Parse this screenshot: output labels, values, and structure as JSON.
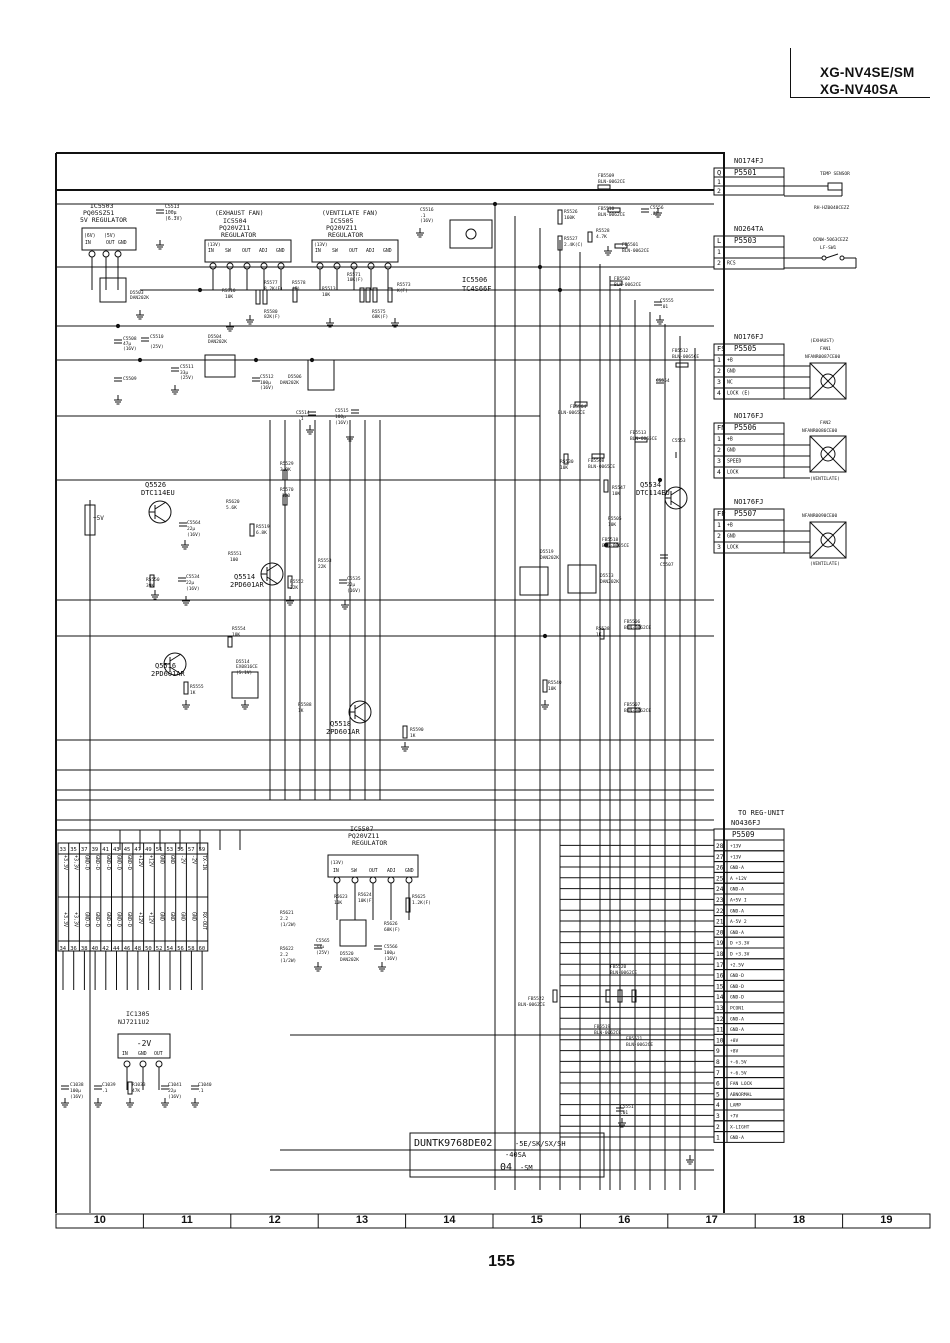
{
  "header": {
    "model_line1": "XG-NV4SE/SM",
    "model_line2": "XG-NV40SA"
  },
  "page_number": "155",
  "grid_columns": [
    "10",
    "11",
    "12",
    "13",
    "14",
    "15",
    "16",
    "17",
    "18",
    "19"
  ],
  "connectors": {
    "p5501": {
      "part": "NO174FJ",
      "ref": "P5501",
      "letter": "Q",
      "device": "TEMP SENSOR",
      "device_part": "RH-HZ0048CEZZ",
      "pins": [
        "1",
        "2"
      ]
    },
    "p5503": {
      "part": "NO264TA",
      "ref": "P5503",
      "letter": "L",
      "device": "QCNW-5063CEZZ",
      "device_sub": "LF-SW1",
      "pins": [
        "1",
        "2"
      ],
      "pin_labels": [
        "",
        "RCS"
      ]
    },
    "p5505": {
      "part": "NO176FJ",
      "ref": "P5505",
      "letter": "FS",
      "device": "(EXHAUST)",
      "device_sub": "FAN1",
      "device_part": "NFANR0087CE00",
      "pins": [
        "1",
        "2",
        "3",
        "4"
      ],
      "pin_labels": [
        "+B",
        "GND",
        "NC",
        "LOCK (E)"
      ]
    },
    "p5506": {
      "part": "NO176FJ",
      "ref": "P5506",
      "letter": "FN",
      "device": "FAN2",
      "device_part": "NFANR0086CE00",
      "device_sub": "(VENTILATE)",
      "pins": [
        "1",
        "2",
        "3",
        "4"
      ],
      "pin_labels": [
        "+B",
        "GND",
        "SPEED",
        "LOCK"
      ]
    },
    "p5507": {
      "part": "NO176FJ",
      "ref": "P5507",
      "letter": "FP",
      "device_part": "NFANR0090CE00",
      "device_sub": "(VENTILATE)",
      "pins": [
        "1",
        "2",
        "3"
      ],
      "pin_labels": [
        "+B",
        "GND",
        "LOCK"
      ]
    },
    "p5509": {
      "title": "TO REG-UNIT",
      "part": "NO436FJ",
      "ref": "P5509",
      "pins": [
        "28",
        "27",
        "26",
        "25",
        "24",
        "23",
        "22",
        "21",
        "20",
        "19",
        "18",
        "17",
        "16",
        "15",
        "14",
        "13",
        "12",
        "11",
        "10",
        "9",
        "8",
        "7",
        "6",
        "5",
        "4",
        "3",
        "2",
        "1"
      ],
      "pin_labels": [
        "+13V",
        "+13V",
        "GND-A",
        "A +12V",
        "GND-A",
        "A+5V I",
        "GND-A",
        "A-5V 2",
        "GND-A",
        "D +3.3V",
        "D +3.3V",
        "+2.5V",
        "GND-D",
        "GND-D",
        "GND-D",
        "PCON1",
        "GND-A",
        "GND-A",
        "+8V",
        "+8V",
        "+-6.5V",
        "+-6.5V",
        "FAN LOCK",
        "ABNORMAL",
        "LAMP",
        "+7V",
        "X-LIGHT",
        "GND-A"
      ]
    }
  },
  "ics": {
    "ic5503": {
      "ref": "IC5503",
      "part": "PQ05SZ51",
      "desc": "5V REGULATOR",
      "pins": [
        "(6V)",
        "(5V)",
        "IN",
        "OUT",
        "GND"
      ]
    },
    "ic5504": {
      "ref": "IC5504",
      "part": "PQ20VZ11",
      "desc": "REGULATOR",
      "note": "(EXHAUST FAN)",
      "pins": [
        "IN",
        "SW",
        "OUT",
        "ADJ",
        "GND"
      ]
    },
    "ic5505": {
      "ref": "IC5505",
      "part": "PQ20VZ11",
      "desc": "REGULATOR",
      "note": "(VENTILATE FAN)",
      "pins": [
        "IN",
        "SW",
        "OUT",
        "ADJ",
        "GND"
      ]
    },
    "ic5506": {
      "ref": "IC5506",
      "part": "TC4S66F"
    },
    "ic5507": {
      "ref": "IC5507",
      "part": "PQ20VZ11",
      "desc": "REGULATOR",
      "pins": [
        "IN",
        "SW",
        "OUT",
        "ADJ",
        "GND"
      ]
    },
    "ic1305": {
      "ref": "IC1305",
      "part": "NJ7211U2",
      "value": "-2V",
      "pins": [
        "IN",
        "GND",
        "OUT"
      ]
    }
  },
  "transistors": [
    {
      "ref": "Q5526",
      "part": "DTC114EU"
    },
    {
      "ref": "Q5514",
      "part": "2PD601AR"
    },
    {
      "ref": "Q5516",
      "part": "2PD601AR"
    },
    {
      "ref": "Q5518",
      "part": "2PD601AR"
    },
    {
      "ref": "Q5534",
      "part": "DTC114EU"
    }
  ],
  "diodes": [
    {
      "ref": "D5503",
      "part": "DAN202K"
    },
    {
      "ref": "D5504",
      "part": "DAN202K"
    },
    {
      "ref": "D5506",
      "part": "DAN202K"
    },
    {
      "ref": "D5514",
      "part": "EX0816CE",
      "note": "(5.1V)"
    },
    {
      "ref": "D5519",
      "part": "DAN202K"
    },
    {
      "ref": "D5513",
      "part": "DAN202K"
    },
    {
      "ref": "D5520",
      "part": "DAN202K"
    }
  ],
  "components": [
    {
      "ref": "FB5509",
      "value": "BLN-0062CE"
    },
    {
      "ref": "FB5510",
      "value": "BLN-0062CE"
    },
    {
      "ref": "FB5501",
      "value": "BLN-0062CE"
    },
    {
      "ref": "FB5502",
      "value": "BLN-0062CE"
    },
    {
      "ref": "FB5512",
      "value": "BLN-0065CE"
    },
    {
      "ref": "FB5504",
      "value": "BLN-0065CE"
    },
    {
      "ref": "FB5513",
      "value": "BLN-0065CE"
    },
    {
      "ref": "FB5508",
      "value": "BLN-0065CE"
    },
    {
      "ref": "FB5518",
      "value": "BLN-0065CE"
    },
    {
      "ref": "FB5506",
      "value": "BLN-0062CE"
    },
    {
      "ref": "FB5507",
      "value": "BLN-0062CE"
    },
    {
      "ref": "FB5520",
      "value": "BLN-0062CE"
    },
    {
      "ref": "FB5522",
      "value": "BLN-0062CE"
    },
    {
      "ref": "FB5519",
      "value": "BLN-0062CE"
    },
    {
      "ref": "FB5521",
      "value": "BLN-0062CE"
    },
    {
      "ref": "C5513",
      "value": "100μ (6.3V)"
    },
    {
      "ref": "C5516",
      "value": ".1 (16V)"
    },
    {
      "ref": "C5556",
      "value": ".01"
    },
    {
      "ref": "C5555",
      "value": ".01"
    },
    {
      "ref": "C5554",
      "value": ""
    },
    {
      "ref": "C5553",
      "value": ""
    },
    {
      "ref": "C5507",
      "value": ""
    },
    {
      "ref": "C5508",
      "value": "47μ (16V)"
    },
    {
      "ref": "C5510",
      "value": "(25V)"
    },
    {
      "ref": "C5511",
      "value": "33μ (25V)"
    },
    {
      "ref": "C5509",
      "value": ""
    },
    {
      "ref": "C5512",
      "value": "100μ (16V)"
    },
    {
      "ref": "C5514",
      "value": ".1"
    },
    {
      "ref": "C5515",
      "value": "100μ (16V)"
    },
    {
      "ref": "C5564",
      "value": "22μ (16V)"
    },
    {
      "ref": "C5534",
      "value": "22μ (16V)"
    },
    {
      "ref": "C5535",
      "value": "22μ (16V)"
    },
    {
      "ref": "C5565",
      "value": "33μ (25V)"
    },
    {
      "ref": "C5566",
      "value": "100μ (16V)"
    },
    {
      "ref": "C5551",
      "value": ".01"
    },
    {
      "ref": "C1038",
      "value": "100μ (16V)"
    },
    {
      "ref": "C1039",
      "value": ".1"
    },
    {
      "ref": "C1041",
      "value": "22μ (16V)"
    },
    {
      "ref": "C1040",
      "value": ".1"
    },
    {
      "ref": "R5526",
      "value": "160K"
    },
    {
      "ref": "R5527",
      "value": "2.4K(C)"
    },
    {
      "ref": "R5528",
      "value": "4.7K"
    },
    {
      "ref": "R5510",
      "value": "10K"
    },
    {
      "ref": "R5577",
      "value": "8.2K(F)"
    },
    {
      "ref": "R5580",
      "value": "82K(F)"
    },
    {
      "ref": "R5578",
      "value": "(F)"
    },
    {
      "ref": "R5513",
      "value": "10K"
    },
    {
      "ref": "R5571",
      "value": "10K(F)"
    },
    {
      "ref": "R5573",
      "value": "K(F)"
    },
    {
      "ref": "R5575",
      "value": "68K(F)"
    },
    {
      "ref": "R5529",
      "value": "3.9K"
    },
    {
      "ref": "R5570",
      "value": "100"
    },
    {
      "ref": "R5620",
      "value": "5.6K"
    },
    {
      "ref": "R5519",
      "value": "6.8K"
    },
    {
      "ref": "R5551",
      "value": "100"
    },
    {
      "ref": "R5553",
      "value": "22K"
    },
    {
      "ref": "R5550",
      "value": "39K"
    },
    {
      "ref": "R5552",
      "value": "22K"
    },
    {
      "ref": "R5554",
      "value": "10K"
    },
    {
      "ref": "R5555",
      "value": "1K"
    },
    {
      "ref": "R5588",
      "value": "1K"
    },
    {
      "ref": "R5590",
      "value": "1K"
    },
    {
      "ref": "R5530",
      "value": "10K"
    },
    {
      "ref": "R5547",
      "value": "10K"
    },
    {
      "ref": "R5505",
      "value": "10K"
    },
    {
      "ref": "R5538",
      "value": "1K"
    },
    {
      "ref": "R5540",
      "value": "10K"
    },
    {
      "ref": "R5621",
      "value": "2.2 (1/2W)"
    },
    {
      "ref": "R5622",
      "value": "2.2 (1/2W)"
    },
    {
      "ref": "R5623",
      "value": "10K"
    },
    {
      "ref": "R5624",
      "value": "10K(F)"
    },
    {
      "ref": "R5625",
      "value": "1.2K(F)"
    },
    {
      "ref": "R5626",
      "value": "68K(F)"
    },
    {
      "ref": "R1033",
      "value": "47K"
    }
  ],
  "left_connector": {
    "top_pins": [
      "33",
      "35",
      "37",
      "39",
      "41",
      "43",
      "45",
      "47",
      "49",
      "51",
      "53",
      "55",
      "57",
      "59"
    ],
    "bottom_pins": [
      "34",
      "36",
      "38",
      "40",
      "42",
      "44",
      "46",
      "48",
      "50",
      "52",
      "54",
      "56",
      "58",
      "60"
    ],
    "top_labels": [
      "+3.3V",
      "+3.3V",
      "GND-D",
      "GND-D",
      "GND-D",
      "GND-D",
      "GND-D",
      "+12V",
      "+12V",
      "GND",
      "GND",
      "-2V",
      "-2V",
      "TX-IN"
    ],
    "bottom_labels": [
      "+3.3V",
      "+3.3V",
      "GND-D",
      "GND-D",
      "GND-D",
      "GND-D",
      "GND-D",
      "+12V",
      "+12V",
      "GND",
      "GND",
      "GND",
      "GND",
      "RX-OUT"
    ]
  },
  "title_block": {
    "line1": "DUNTK9768DE02",
    "line1_suffix": "-5E/SK/SX/SH",
    "line2": "-40SA",
    "line3": "04",
    "line3_suffix": "-SM"
  },
  "net_label": "+5V"
}
